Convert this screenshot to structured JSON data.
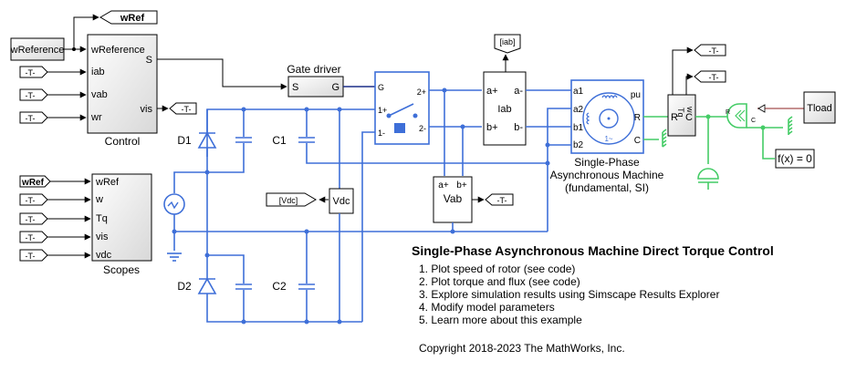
{
  "title": "Single-Phase Asynchronous Machine Direct Torque Control",
  "blocks": {
    "wreference": {
      "label": "wReference"
    },
    "control": {
      "name": "Control",
      "ports_in": [
        "wReference",
        "iab",
        "vab",
        "wr"
      ],
      "ports_out": [
        "S",
        "vis"
      ]
    },
    "scopes": {
      "name": "Scopes",
      "ports_in": [
        "wRef",
        "w",
        "Tq",
        "vis",
        "vdc"
      ]
    },
    "gate_driver": {
      "name": "Gate driver",
      "port_in": "S",
      "port_out": "G"
    },
    "switch": {
      "ports": [
        "G",
        "1+",
        "1-",
        "2+",
        "2-"
      ]
    },
    "iab": {
      "label": "Iab",
      "ports": [
        "a+",
        "a-",
        "b+",
        "b-"
      ]
    },
    "vab": {
      "label": "Vab",
      "ports": [
        "a+",
        "b+",
        "-"
      ]
    },
    "vdc": {
      "label": "Vdc",
      "plus": "+",
      "minus": "-"
    },
    "machine": {
      "name_lines": [
        "Single-Phase",
        "Asynchronous Machine",
        "(fundamental, SI)"
      ],
      "ports": [
        "a1",
        "a2",
        "b1",
        "b2",
        "pu",
        "R",
        "C"
      ],
      "symbol": "1~"
    },
    "sensor": {
      "ports": [
        "Tq",
        "w",
        "R",
        "C"
      ]
    },
    "tload": {
      "label": "Tload"
    },
    "solver": {
      "label": "f(x) = 0"
    },
    "d1": {
      "label": "D1"
    },
    "d2": {
      "label": "D2"
    },
    "c1": {
      "label": "C1"
    },
    "c2": {
      "label": "C2"
    },
    "source_block": {
      "port_r": "R",
      "port_c": "C"
    }
  },
  "tags": {
    "goto": "-T-",
    "from": "-T-",
    "wref_goto": "wRef",
    "wref_from": "wRef",
    "iab_goto": "[iab]",
    "vdc_goto": "[Vdc]"
  },
  "annotation": {
    "title": "Single-Phase Asynchronous Machine Direct Torque Control",
    "items": [
      "1. Plot speed of rotor (see code)",
      "2. Plot torque and flux (see code)",
      "3. Explore simulation results using Simscape Results Explorer",
      "4. Modify model parameters",
      "5. Learn more about this example"
    ],
    "copyright": "Copyright 2018-2023 The MathWorks, Inc."
  },
  "colors": {
    "electrical": "#3e6fd8",
    "mechanical": "#44cc66",
    "physical_signal": "#b36b6b"
  }
}
